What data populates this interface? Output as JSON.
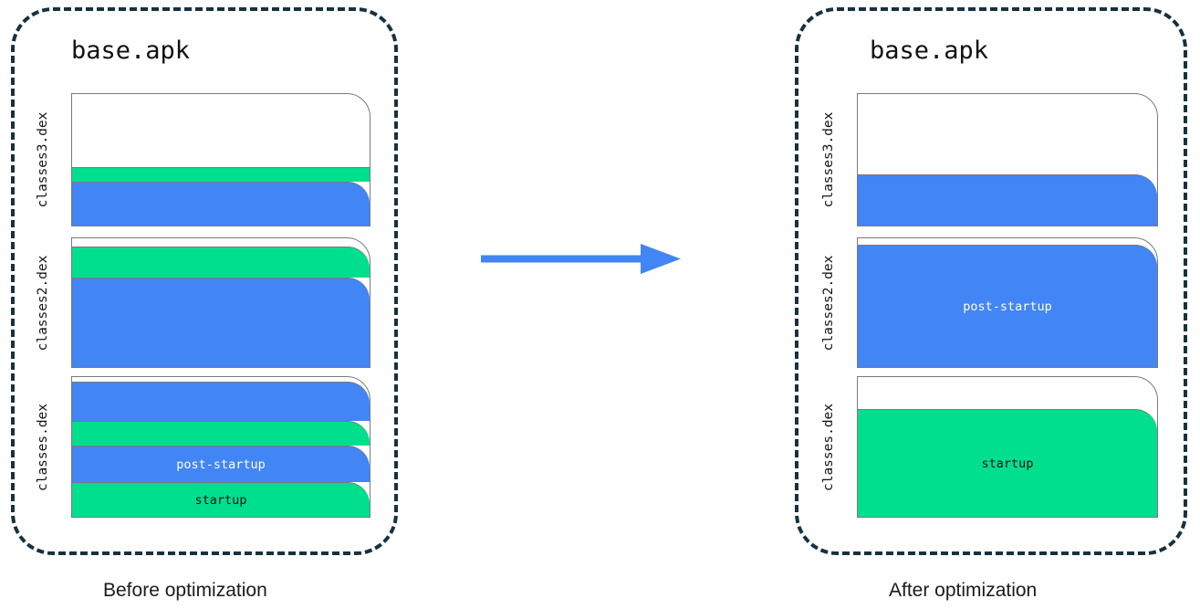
{
  "diagram": {
    "type": "apk-dex-layout-comparison",
    "colors": {
      "startup": "#00df8d",
      "post_startup": "#4285f4",
      "unused": "#ffffff",
      "panel_border": "#17313f",
      "box_border": "#7a7a7a",
      "arrow": "#4285f4"
    }
  },
  "arrow": {
    "name": "right-arrow",
    "direction": "right"
  },
  "panels": [
    {
      "id": "before",
      "title": "base.apk",
      "caption": "Before optimization",
      "dex_files": [
        {
          "name": "classes3.dex",
          "layers": [
            {
              "kind": "unused",
              "label": "",
              "fraction": 0.56
            },
            {
              "kind": "startup",
              "label": "",
              "fraction": 0.1
            },
            {
              "kind": "post-startup",
              "label": "",
              "fraction": 0.34
            }
          ]
        },
        {
          "name": "classes2.dex",
          "layers": [
            {
              "kind": "unused",
              "label": "",
              "fraction": 0.07
            },
            {
              "kind": "startup",
              "label": "",
              "fraction": 0.24
            },
            {
              "kind": "post-startup",
              "label": "",
              "fraction": 0.69
            }
          ]
        },
        {
          "name": "classes.dex",
          "layers": [
            {
              "kind": "unused",
              "label": "",
              "fraction": 0.05
            },
            {
              "kind": "post-startup",
              "label": "",
              "fraction": 0.29
            },
            {
              "kind": "startup",
              "label": "",
              "fraction": 0.17
            },
            {
              "kind": "post-startup",
              "label": "post-startup",
              "fraction": 0.25
            },
            {
              "kind": "startup",
              "label": "startup",
              "fraction": 0.24
            }
          ]
        }
      ]
    },
    {
      "id": "after",
      "title": "base.apk",
      "caption": "After optimization",
      "dex_files": [
        {
          "name": "classes3.dex",
          "layers": [
            {
              "kind": "unused",
              "label": "",
              "fraction": 0.62
            },
            {
              "kind": "post-startup",
              "label": "",
              "fraction": 0.38
            }
          ]
        },
        {
          "name": "classes2.dex",
          "layers": [
            {
              "kind": "unused",
              "label": "",
              "fraction": 0.06
            },
            {
              "kind": "post-startup",
              "label": "post-startup",
              "fraction": 0.94
            }
          ]
        },
        {
          "name": "classes.dex",
          "layers": [
            {
              "kind": "unused",
              "label": "",
              "fraction": 0.24
            },
            {
              "kind": "startup",
              "label": "startup",
              "fraction": 0.76
            }
          ]
        }
      ]
    }
  ]
}
